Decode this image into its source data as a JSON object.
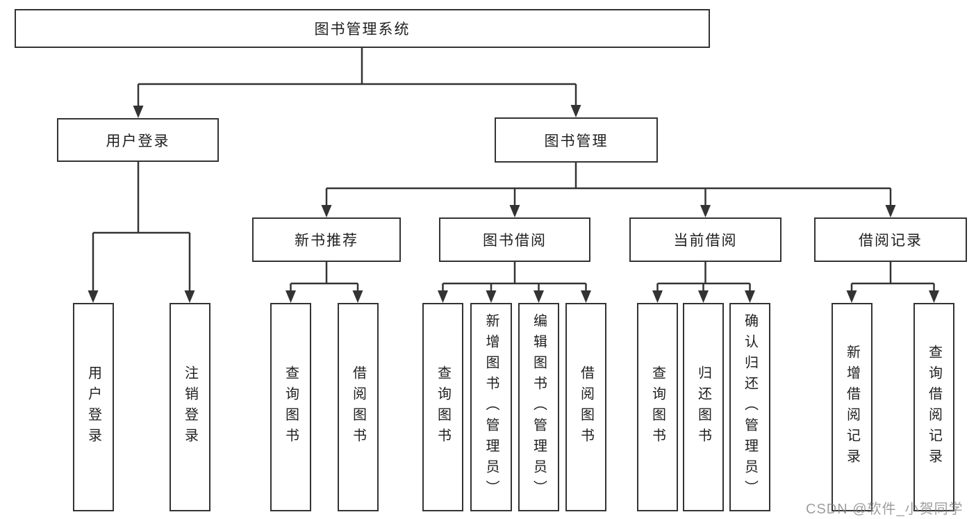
{
  "tree": {
    "label": "图书管理系统",
    "children": [
      {
        "label": "用户登录",
        "children": [
          {
            "label": "用户登录"
          },
          {
            "label": "注销登录"
          }
        ]
      },
      {
        "label": "图书管理",
        "children": [
          {
            "label": "新书推荐",
            "children": [
              {
                "label": "查询图书"
              },
              {
                "label": "借阅图书"
              }
            ]
          },
          {
            "label": "图书借阅",
            "children": [
              {
                "label": "查询图书"
              },
              {
                "label": "新增图书（管理员）"
              },
              {
                "label": "编辑图书（管理员）"
              },
              {
                "label": "借阅图书"
              }
            ]
          },
          {
            "label": "当前借阅",
            "children": [
              {
                "label": "查询图书"
              },
              {
                "label": "归还图书"
              },
              {
                "label": "确认归还（管理员）"
              }
            ]
          },
          {
            "label": "借阅记录",
            "children": [
              {
                "label": "新增借阅记录"
              },
              {
                "label": "查询借阅记录"
              }
            ]
          }
        ]
      }
    ]
  },
  "watermark": {
    "text": "CSDN @软件_小贺同学"
  },
  "colors": {
    "line": "#333333",
    "box_border": "#333333",
    "text": "#1f1f1f",
    "watermark": "#7d7d7d",
    "background": "#ffffff"
  }
}
